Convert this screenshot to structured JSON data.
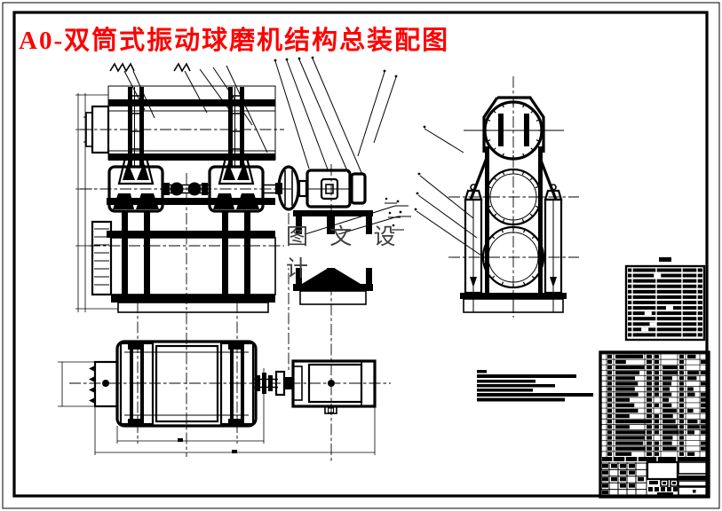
{
  "sheet": {
    "background": "#ffffff",
    "line_color": "#000000",
    "title": "A0-双筒式振动球磨机结构总装配图",
    "title_color": "#ff0000",
    "watermark": "图 文 设 计",
    "watermark_color": "#3f3f3f"
  },
  "tables": {
    "parts_list": {
      "rows": 13,
      "columns": 5
    },
    "bom_block": {
      "rows": 19,
      "columns": 8
    }
  },
  "notes": {
    "line_count": 7
  }
}
